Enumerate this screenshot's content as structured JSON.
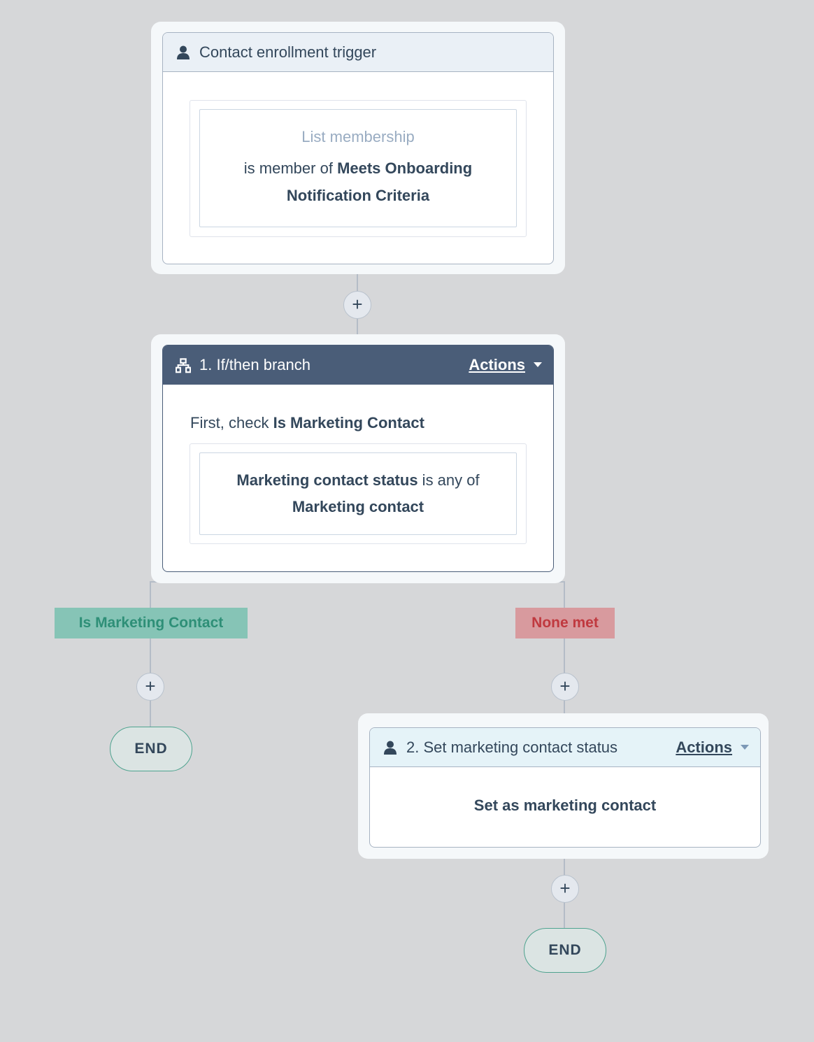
{
  "trigger": {
    "title": "Contact enrollment trigger",
    "filter_label": "List membership",
    "condition_prefix": "is member of ",
    "condition_value_line1": "Meets Onboarding",
    "condition_value_line2": "Notification Criteria"
  },
  "branch_action": {
    "title": "1. If/then branch",
    "actions_label": "Actions",
    "check_prefix": "First, check ",
    "check_branch": "Is Marketing Contact",
    "filter_property": "Marketing contact status",
    "filter_operator": " is any of",
    "filter_value": "Marketing contact"
  },
  "branches": {
    "left_label": "Is Marketing Contact",
    "right_label": "None met"
  },
  "set_status_action": {
    "title": "2. Set marketing contact status",
    "actions_label": "Actions",
    "body": "Set as marketing contact"
  },
  "controls": {
    "add_symbol": "+",
    "end_label": "END"
  },
  "colors": {
    "canvas_bg": "#d6d7d9",
    "branch_header": "#4a5d78",
    "branch_yes_bg": "#86c4b6",
    "branch_yes_text": "#2e8f77",
    "branch_none_bg": "#d89a9e",
    "branch_none_text": "#c0393f",
    "end_border": "#4fa38f"
  }
}
